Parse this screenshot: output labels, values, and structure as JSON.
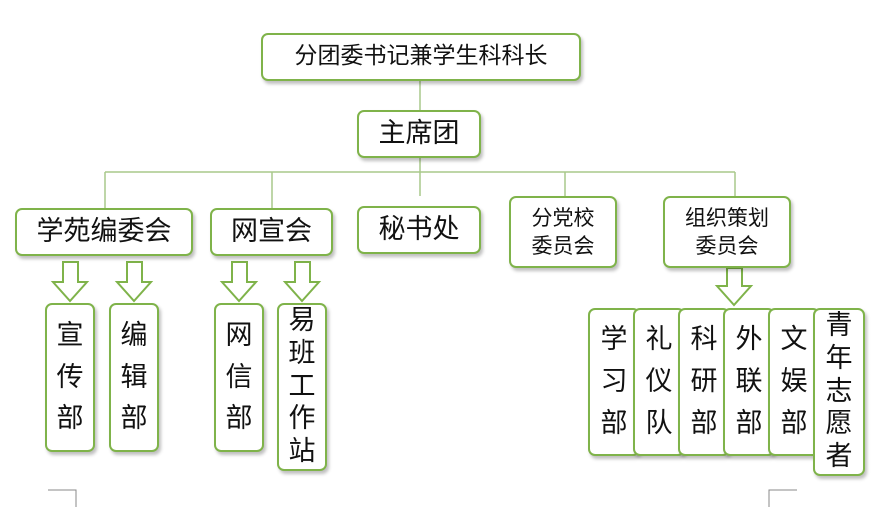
{
  "diagram": {
    "top": "分团委书记兼学生科科长",
    "presidium": "主席团",
    "departments": {
      "xueyuan": "学苑编委会",
      "wangxuan": "网宣会",
      "mishu": "秘书处",
      "fendang": "分党校委员会",
      "zuzhi": "组织策划委员会"
    },
    "subunits": {
      "xuanchuan": "宣传部",
      "bianji": "编辑部",
      "wangxin": "网信部",
      "yiban": "易班工作站",
      "xuexi": "学习部",
      "liyi": "礼仪队",
      "keyan": "科研部",
      "wailian": "外联部",
      "wenyu": "文娱部",
      "qingnian": "青年志愿者"
    }
  },
  "colors": {
    "border": "#7fb34a",
    "line": "#a9c98a",
    "text": "#111111"
  }
}
